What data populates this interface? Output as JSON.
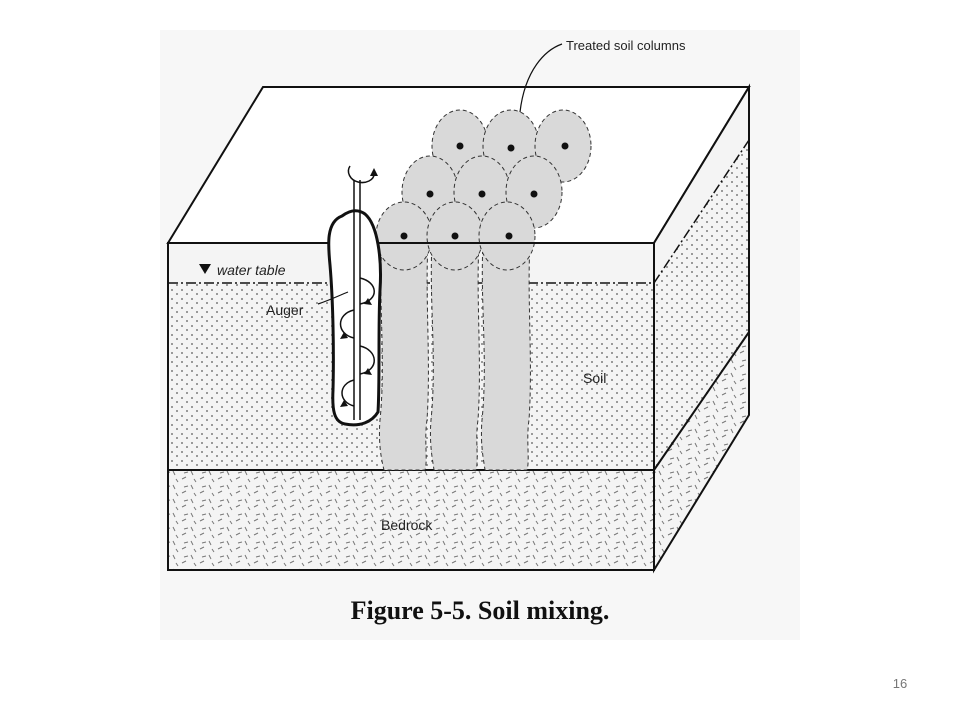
{
  "diagram": {
    "labels": {
      "treated_soil_columns": "Treated soil columns",
      "water_table": "water table",
      "auger": "Auger",
      "soil": "Soil",
      "bedrock": "Bedrock"
    }
  },
  "caption": "Figure 5-5. Soil mixing.",
  "page_number": "16",
  "colors": {
    "line": "#111111",
    "soil_fill": "#f4f4f4",
    "column_fill": "#d9d9d9",
    "panel_bg": "#f7f7f7"
  }
}
